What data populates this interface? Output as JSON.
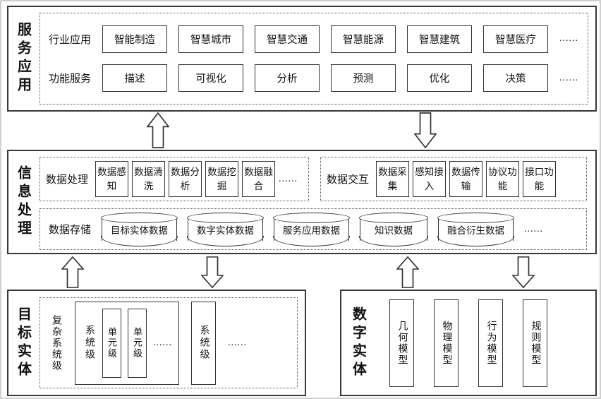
{
  "colors": {
    "line": "#333333",
    "background": "#ffffff"
  },
  "service_layer": {
    "label": "服务应用",
    "industry": {
      "label": "行业应用",
      "items": [
        "智能制造",
        "智慧城市",
        "智慧交通",
        "智慧能源",
        "智慧建筑",
        "智慧医疗"
      ],
      "more": "......"
    },
    "functions": {
      "label": "功能服务",
      "items": [
        "描述",
        "可视化",
        "分析",
        "预测",
        "优化",
        "决策"
      ],
      "more": "......"
    }
  },
  "info_layer": {
    "label": "信息处理",
    "processing": {
      "label": "数据处理",
      "items": [
        "数据感知",
        "数据清洗",
        "数据分析",
        "数据挖掘",
        "数据融合"
      ],
      "more": "......"
    },
    "interaction": {
      "label": "数据交互",
      "items": [
        "数据采集",
        "感知接入",
        "数据传输",
        "协议功能",
        "接口功能"
      ]
    },
    "storage": {
      "label": "数据存储",
      "items": [
        "目标实体数据",
        "数字实体数据",
        "服务应用数据",
        "知识数据",
        "融合衍生数据"
      ],
      "more": "......"
    }
  },
  "target_layer": {
    "label": "目标实体",
    "complex_system": "复杂系统级",
    "system_a": {
      "label": "系统级",
      "units": [
        "单元级",
        "单元级"
      ],
      "more": "......"
    },
    "system_b": {
      "label": "系统级"
    },
    "more": "......"
  },
  "digital_layer": {
    "label": "数字实体",
    "models": [
      "几何模型",
      "物理模型",
      "行为模型",
      "规则模型"
    ]
  }
}
